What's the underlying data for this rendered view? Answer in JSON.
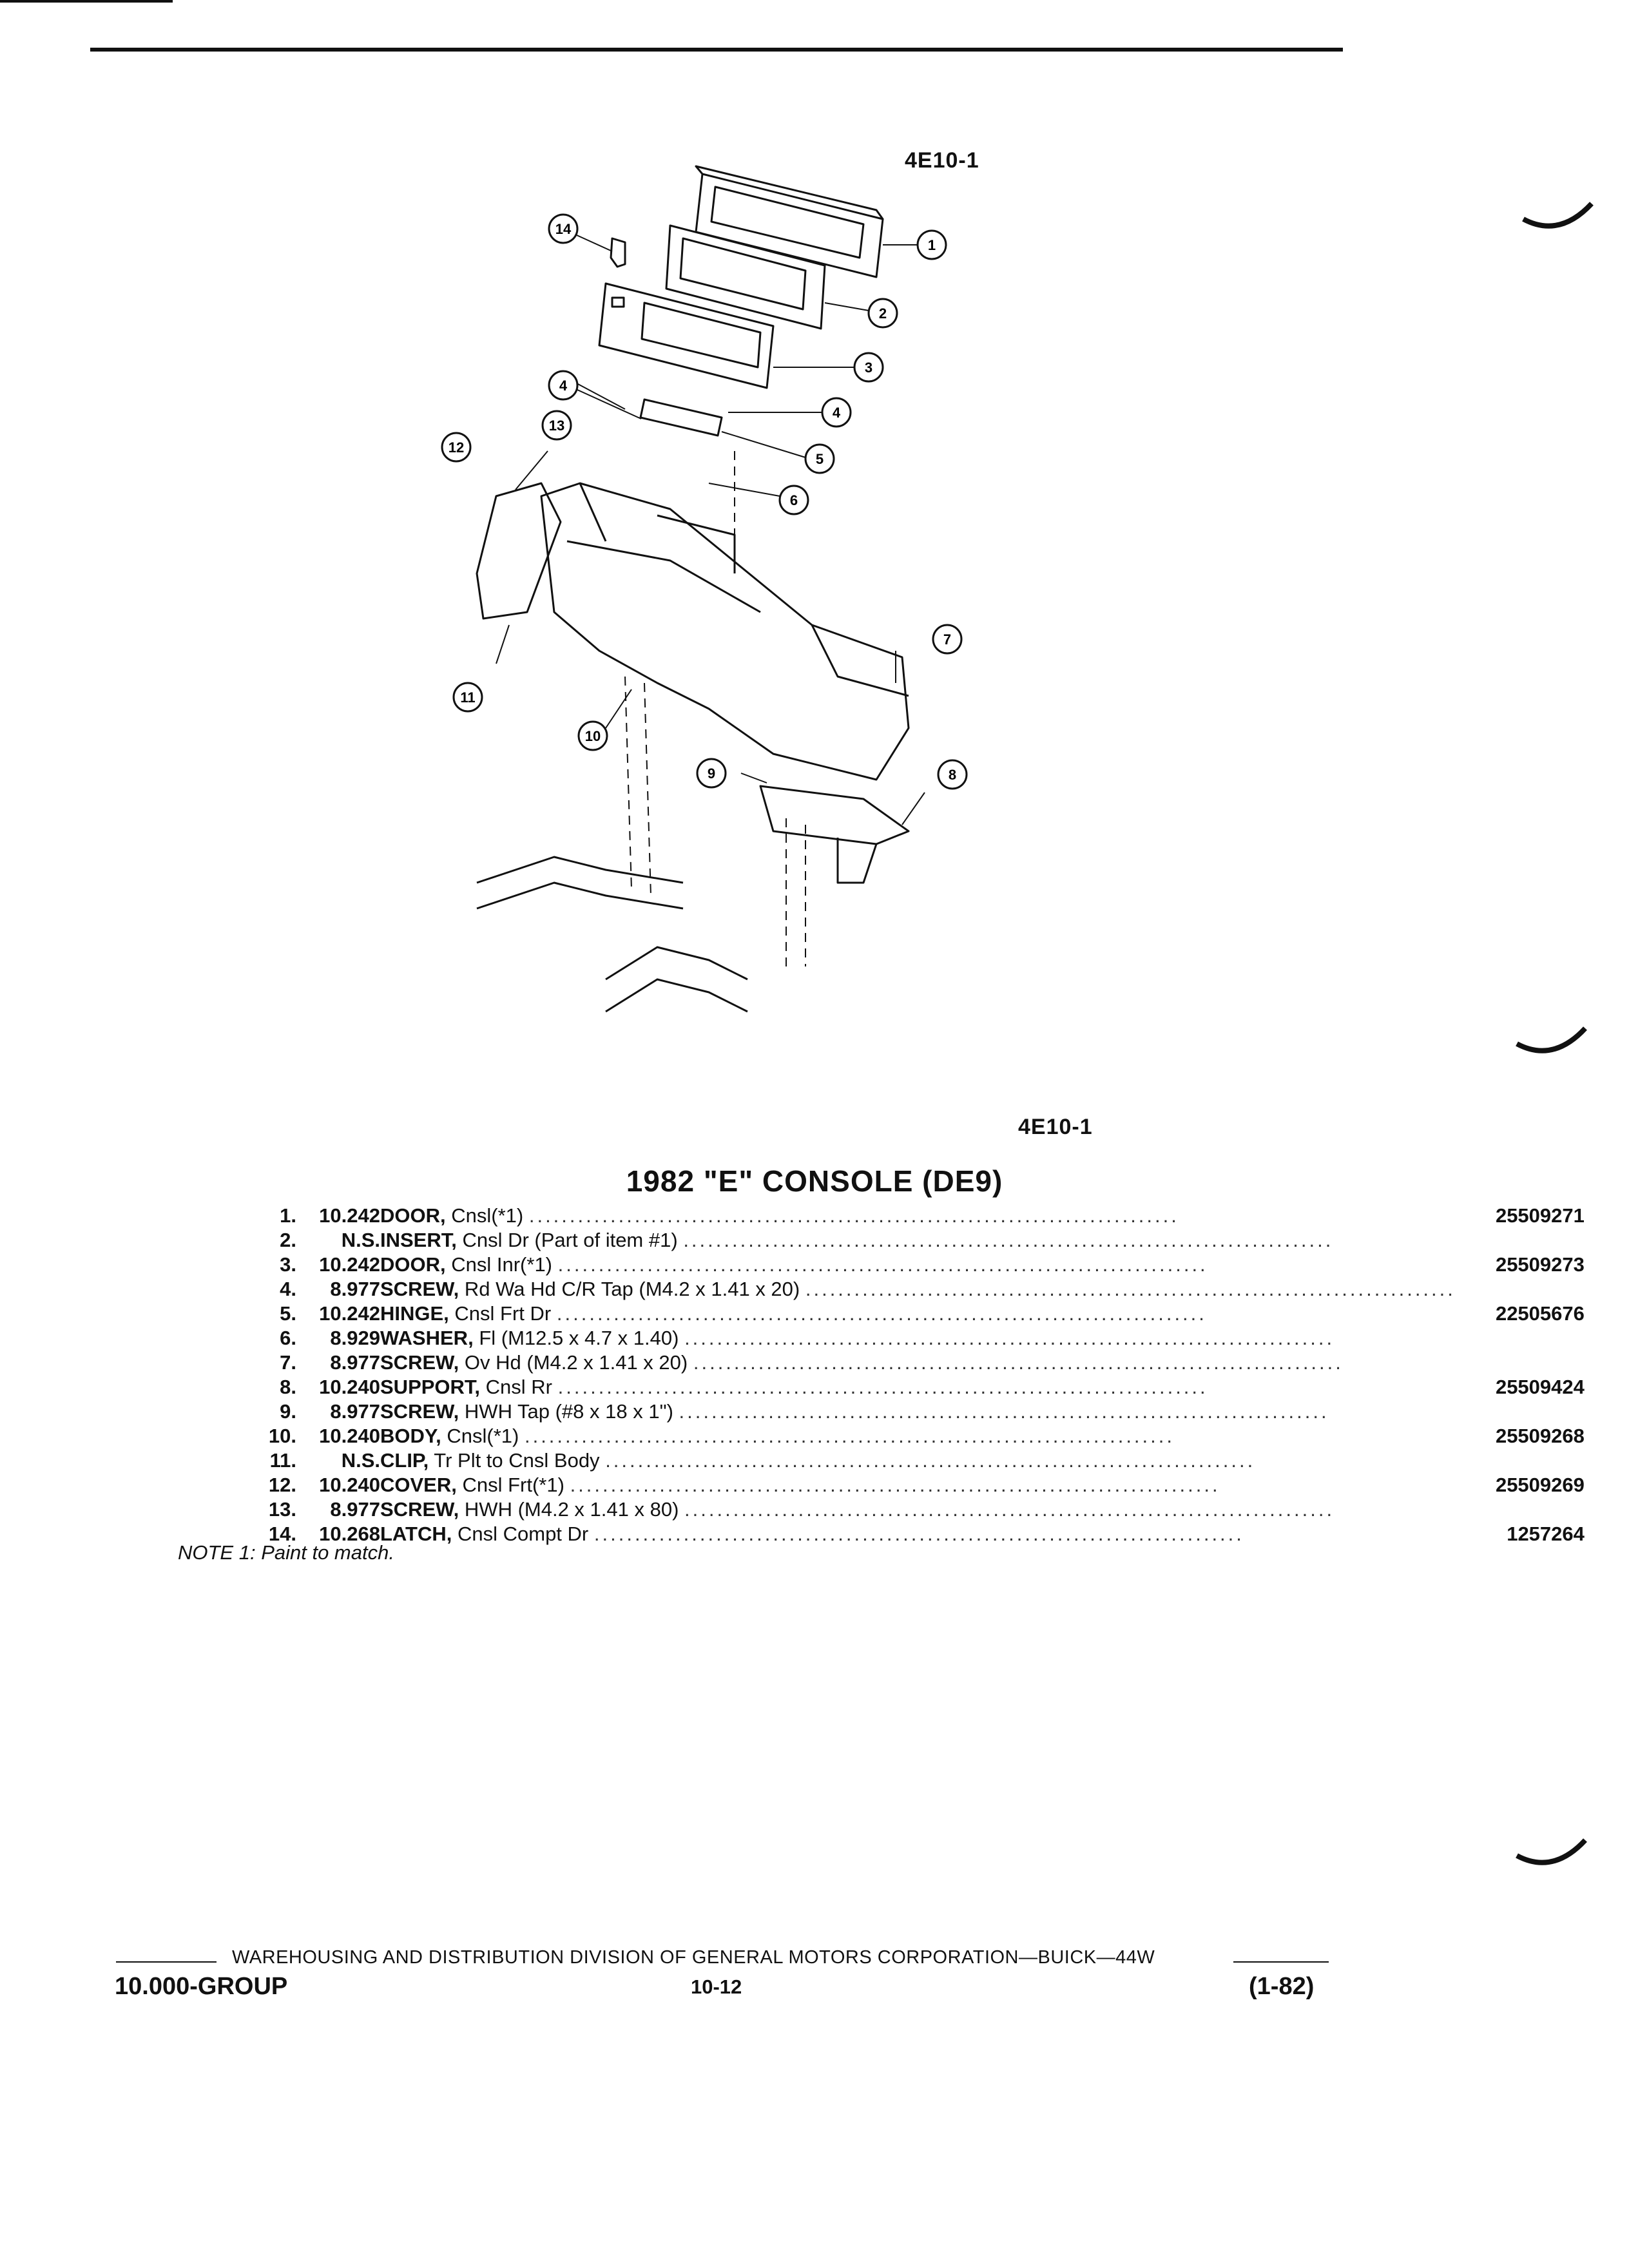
{
  "figure_label_top": "4E10-1",
  "figure_label_bottom": "4E10-1",
  "callouts": [
    "1",
    "2",
    "3",
    "4",
    "4",
    "5",
    "6",
    "7",
    "8",
    "9",
    "10",
    "11",
    "12",
    "13",
    "14"
  ],
  "title": "1982 \"E\" CONSOLE (DE9)",
  "parts": [
    {
      "num": "1.",
      "group": "10.242",
      "name": "DOOR,",
      "desc": "Cnsl(*1)",
      "part": "25509271"
    },
    {
      "num": "2.",
      "group": "N.S.",
      "name": "INSERT,",
      "desc": "Cnsl Dr (Part of item #1)",
      "part": ""
    },
    {
      "num": "3.",
      "group": "10.242",
      "name": "DOOR,",
      "desc": "Cnsl Inr(*1)",
      "part": "25509273"
    },
    {
      "num": "4.",
      "group": "8.977",
      "name": "SCREW,",
      "desc": "Rd Wa Hd C/R Tap (M4.2 x 1.41 x 20)",
      "part": ""
    },
    {
      "num": "5.",
      "group": "10.242",
      "name": "HINGE,",
      "desc": "Cnsl Frt Dr",
      "part": "22505676"
    },
    {
      "num": "6.",
      "group": "8.929",
      "name": "WASHER,",
      "desc": "Fl (M12.5 x 4.7 x 1.40)",
      "part": ""
    },
    {
      "num": "7.",
      "group": "8.977",
      "name": "SCREW,",
      "desc": "Ov Hd (M4.2 x 1.41 x 20)",
      "part": ""
    },
    {
      "num": "8.",
      "group": "10.240",
      "name": "SUPPORT,",
      "desc": "Cnsl Rr",
      "part": "25509424"
    },
    {
      "num": "9.",
      "group": "8.977",
      "name": "SCREW,",
      "desc": "HWH Tap (#8 x 18 x 1\")",
      "part": ""
    },
    {
      "num": "10.",
      "group": "10.240",
      "name": "BODY,",
      "desc": "Cnsl(*1)",
      "part": "25509268"
    },
    {
      "num": "11.",
      "group": "N.S.",
      "name": "CLIP,",
      "desc": "Tr Plt to Cnsl Body",
      "part": ""
    },
    {
      "num": "12.",
      "group": "10.240",
      "name": "COVER,",
      "desc": "Cnsl Frt(*1)",
      "part": "25509269"
    },
    {
      "num": "13.",
      "group": "8.977",
      "name": "SCREW,",
      "desc": "HWH (M4.2 x 1.41 x 80)",
      "part": ""
    },
    {
      "num": "14.",
      "group": "10.268",
      "name": "LATCH,",
      "desc": "Cnsl Compt Dr",
      "part": "1257264"
    }
  ],
  "note": "NOTE 1: Paint to match.",
  "footer": {
    "division_text": "WAREHOUSING AND DISTRIBUTION  DIVISION OF GENERAL MOTORS CORPORATION—BUICK—44W",
    "group": "10.000-GROUP",
    "page": "10-12",
    "date": "(1-82)"
  }
}
